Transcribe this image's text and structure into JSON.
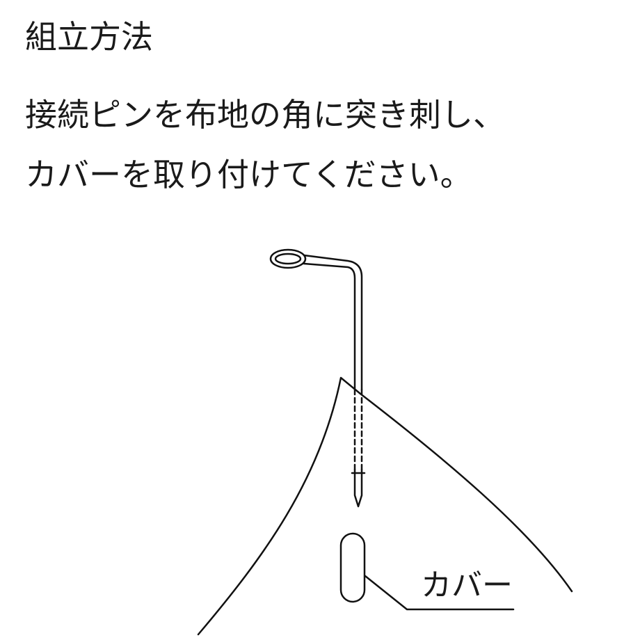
{
  "heading": "組立方法",
  "instructions": {
    "line1": "接続ピンを布地の角に突き刺し、",
    "line2": "カバーを取り付けてください。"
  },
  "diagram": {
    "cover_label": "カバー",
    "icons": [
      "connection-pin",
      "fabric-corner",
      "cover-cap",
      "leader-line"
    ]
  }
}
